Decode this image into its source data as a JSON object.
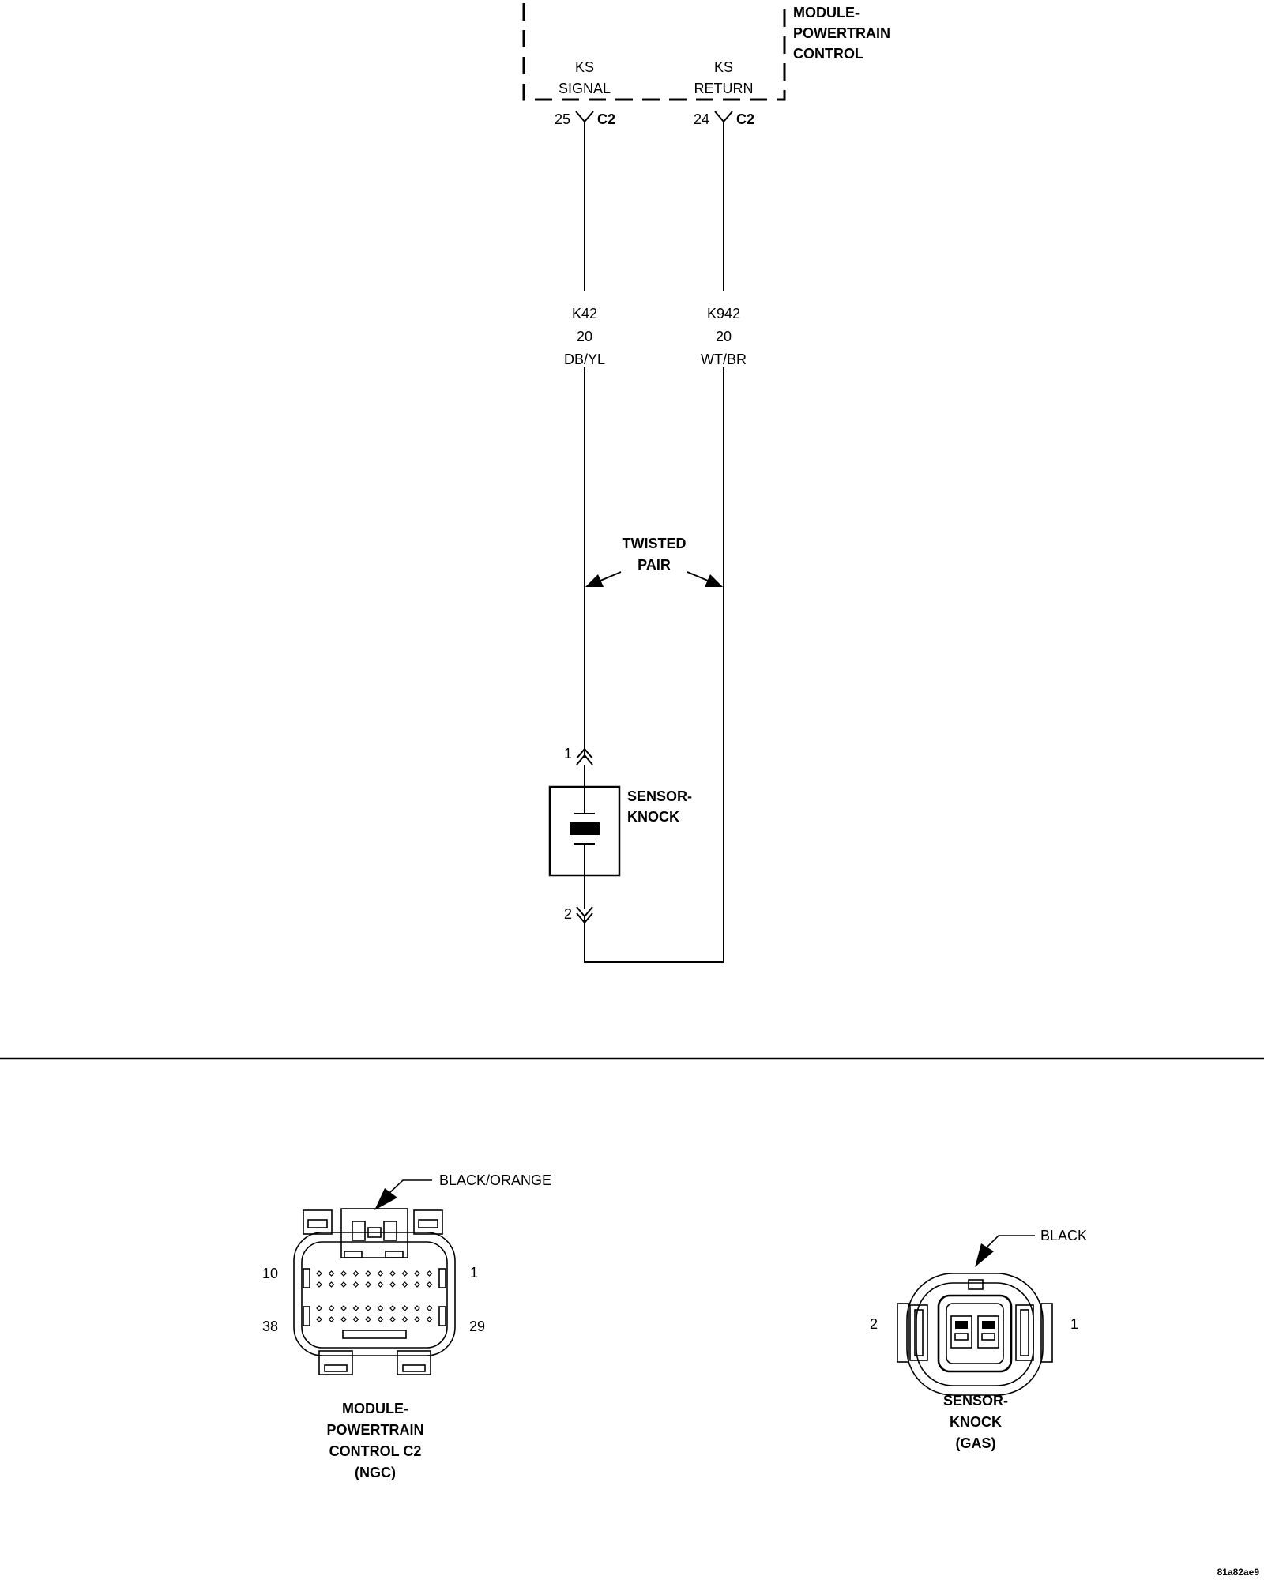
{
  "pcm": {
    "name_lines": [
      "MODULE-",
      "POWERTRAIN",
      "CONTROL"
    ],
    "ks_signal_lines": [
      "KS",
      "SIGNAL"
    ],
    "ks_return_lines": [
      "KS",
      "RETURN"
    ]
  },
  "pins": {
    "signal_pin": "25",
    "return_pin": "24",
    "connector": "C2"
  },
  "wires": {
    "signal": {
      "circuit": "K42",
      "gauge": "20",
      "color": "DB/YL"
    },
    "return": {
      "circuit": "K942",
      "gauge": "20",
      "color": "WT/BR"
    }
  },
  "twisted_pair_lines": [
    "TWISTED",
    "PAIR"
  ],
  "sensor": {
    "name_lines": [
      "SENSOR-",
      "KNOCK"
    ],
    "pin_top": "1",
    "pin_bottom": "2"
  },
  "pcm_connector_view": {
    "color_callout": "BLACK/ORANGE",
    "pin_top_left": "10",
    "pin_top_right": "1",
    "pin_bottom_left": "38",
    "pin_bottom_right": "29",
    "caption_lines": [
      "MODULE-",
      "POWERTRAIN",
      "CONTROL C2",
      "(NGC)"
    ]
  },
  "sensor_connector_view": {
    "color_callout": "BLACK",
    "pin_left": "2",
    "pin_right": "1",
    "caption_lines": [
      "SENSOR-",
      "KNOCK",
      "(GAS)"
    ]
  },
  "figure_id": "81a82ae9"
}
